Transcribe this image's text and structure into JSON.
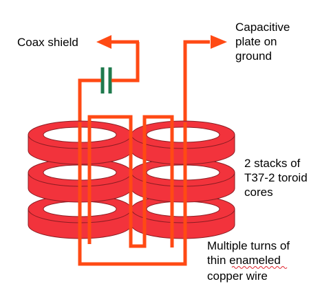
{
  "labels": {
    "coax_shield": "Coax shield",
    "capacitive_plate": [
      "Capacitive",
      "plate on",
      "ground"
    ],
    "stacks": [
      "2 stacks of",
      "T37-2 toroid",
      "cores"
    ],
    "turns": [
      "Multiple turns of",
      "thin enameled",
      "copper wire"
    ]
  },
  "colors": {
    "wire": "#ff4a14",
    "core_fill": "#f2333c",
    "core_edge": "#8a1c22",
    "hole": "#ffffff",
    "capacitor": "#1f7a4d",
    "spellcheck": "#e0202a"
  },
  "icons": {
    "capacitor": "capacitor-symbol",
    "arrow": "arrow-head"
  }
}
